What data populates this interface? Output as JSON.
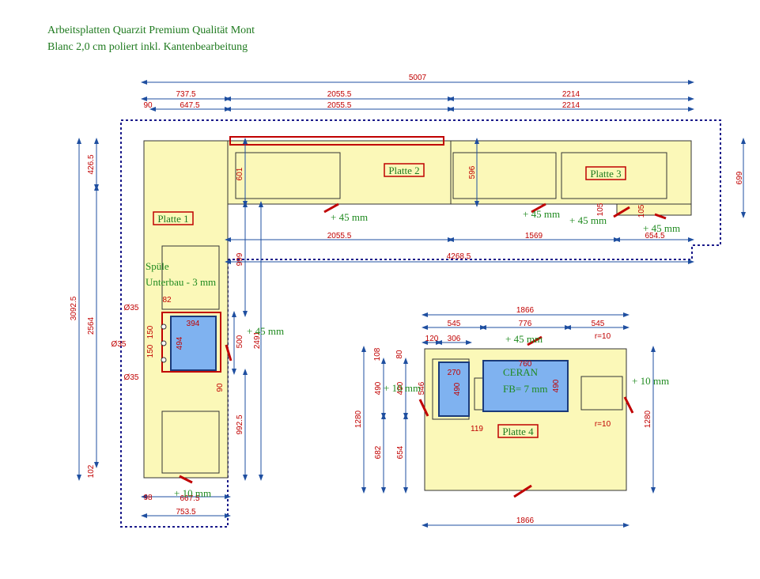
{
  "title": {
    "line1": "Arbeitsplatten Quarzit Premium Qualität Mont",
    "line2": "Blanc 2,0 cm poliert inkl. Kantenbearbeitung"
  },
  "plates": {
    "p1": "Platte 1",
    "p2": "Platte 2",
    "p3": "Platte 3",
    "p4": "Platte 4"
  },
  "notes": {
    "spuele": "Spüle",
    "unterbau": "Unterbau - 3 mm",
    "plus45": "+ 45 mm",
    "plus10": "+ 10 mm",
    "ceran": "CERAN",
    "fb": "FB= 7 mm",
    "r10": "r=10"
  },
  "dims": {
    "d5007": "5007",
    "d737_5": "737.5",
    "d647_5": "647.5",
    "d90": "90",
    "d2055_5": "2055.5",
    "d2214": "2214",
    "d426_5": "426.5",
    "d601": "601",
    "d596": "596",
    "d699": "699",
    "d105": "105",
    "d1569": "1569",
    "d654_5": "654.5",
    "d4268_5": "4268.5",
    "d999": "999",
    "d3092_5": "3092.5",
    "d2564": "2564",
    "d500": "500",
    "d2491": "2491",
    "d82": "82",
    "d394": "394",
    "d494": "494",
    "d150": "150",
    "dia35": "Ø35",
    "d992_5": "992.5",
    "d102": "102",
    "d98": "98",
    "d667_5": "667.5",
    "d753_5": "753.5",
    "d1866": "1866",
    "d545": "545",
    "d776": "776",
    "d120": "120",
    "d306": "306",
    "d108": "108",
    "d80": "80",
    "d490": "490",
    "d546": "546",
    "d270": "270",
    "d760": "760",
    "d119": "119",
    "d1280": "1280",
    "d682": "682",
    "d654": "654"
  },
  "colors": {
    "plate_fill": "#fbf8b8",
    "dim_line": "#1f4fa0",
    "dim_text": "#c00000",
    "outline": "#1a1a8a",
    "sink_fill": "#7fb2f0",
    "label_border": "#c00000",
    "note_text": "#1f8a1f"
  }
}
